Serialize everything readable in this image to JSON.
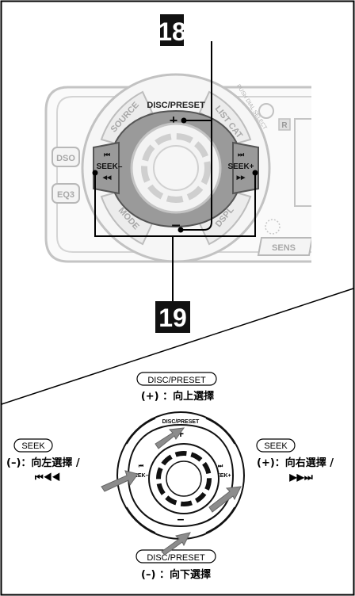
{
  "callouts": {
    "top": "18",
    "bottom": "19"
  },
  "unit_labels": {
    "disc_preset": "DISC/PRESET",
    "source": "SOURCE",
    "list_cat": "LIST CAT",
    "push_dial_select": "PUSH DIAL SELECT",
    "dso": "DSO",
    "eq3": "EQ3",
    "seek_minus": "SEEK–",
    "seek_plus": "SEEK+",
    "mode": "MODE",
    "dspl": "DSPL",
    "sens": "SENS",
    "r_badge": "R",
    "plus": "+",
    "minus": "–",
    "prev_icon": "⏮",
    "rew_icon": "◀◀",
    "next_icon": "⏭",
    "ff_icon": "▶▶"
  },
  "instructions": {
    "up": {
      "button": "DISC/PRESET",
      "text": "(+) ：向上選擇"
    },
    "down": {
      "button": "DISC/PRESET",
      "text": "(–) ：向下選擇"
    },
    "left": {
      "button": "SEEK",
      "text": "(–)：向左選擇 /",
      "icon": "⏮◀◀"
    },
    "right": {
      "button": "SEEK",
      "text": "(+)：向右選擇 /",
      "icon": "▶▶⏭"
    }
  }
}
